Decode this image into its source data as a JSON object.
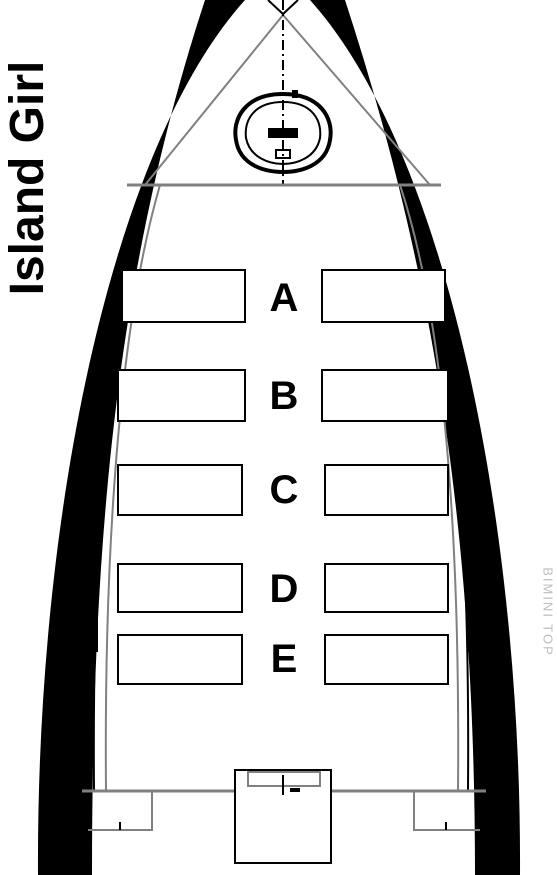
{
  "boat_name": "Island Girl",
  "rows": [
    {
      "label": "A"
    },
    {
      "label": "B"
    },
    {
      "label": "C"
    },
    {
      "label": "D"
    },
    {
      "label": "E"
    }
  ],
  "watermark": "BIMINI TOP",
  "colors": {
    "hull": "#000000",
    "outline": "#808080",
    "seat_border": "#000000",
    "background": "#ffffff"
  }
}
